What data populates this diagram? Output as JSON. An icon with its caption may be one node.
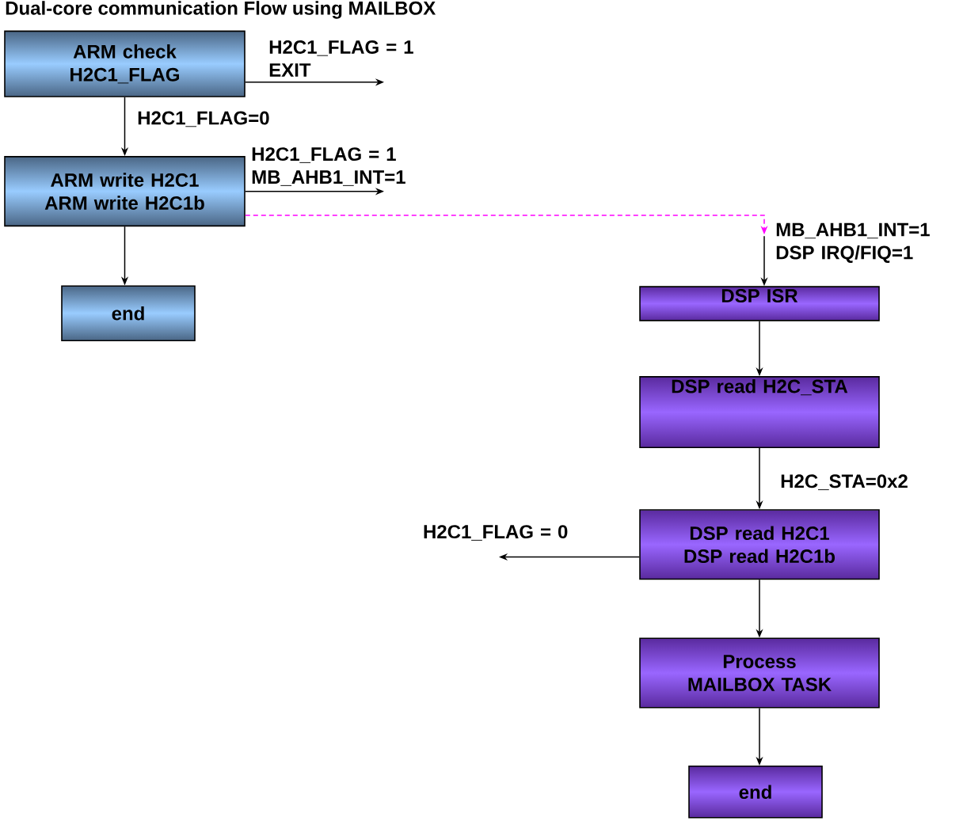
{
  "diagram": {
    "title": "Dual-core communication Flow using MAILBOX",
    "nodes": [
      {
        "text": [
          "ARM check H2C1_FLAG"
        ]
      },
      {
        "text": [
          "ARM write H2C1 ARM write H2C1b"
        ]
      },
      {
        "text": [
          "end"
        ]
      },
      {
        "text": [
          "DSP ISR"
        ]
      },
      {
        "text": [
          "DSP read H2C_STA"
        ]
      },
      {
        "text": [
          "DSP read H2C1 DSP read H2C1b"
        ]
      },
      {
        "text": [
          "Process MAILBOX TASK"
        ]
      },
      {
        "text": [
          "end"
        ]
      }
    ],
    "edges": [
      {
        "from": 0,
        "to": null,
        "arrow": "to",
        "label": "H2C1_FLAG = 1 EXIT"
      },
      {
        "from": 0,
        "to": 1,
        "arrow": "to",
        "label": "H2C1_FLAG=0"
      },
      {
        "from": 1,
        "to": null,
        "arrow": "to",
        "label": "H2C1_FLAG = 1 MB_AHB1_INT=1"
      },
      {
        "from": 1,
        "to": 2,
        "arrow": "to"
      },
      {
        "from": 1,
        "to": null,
        "arrow": "to",
        "style": "dashed",
        "color": "#ff00ff"
      },
      {
        "from": null,
        "to": 3,
        "arrow": "to",
        "label": "MB_AHB1_INT=1 DSP IRQ/FIQ=1"
      },
      {
        "from": 3,
        "to": 4,
        "arrow": "to"
      },
      {
        "from": 4,
        "to": 5,
        "arrow": "to",
        "label": "H2C_STA=0x2"
      },
      {
        "from": 5,
        "to": null,
        "arrow": "to",
        "label": "H2C1_FLAG = 0"
      },
      {
        "from": 5,
        "to": 6,
        "arrow": "to"
      },
      {
        "from": 6,
        "to": 7,
        "arrow": "to"
      }
    ]
  }
}
